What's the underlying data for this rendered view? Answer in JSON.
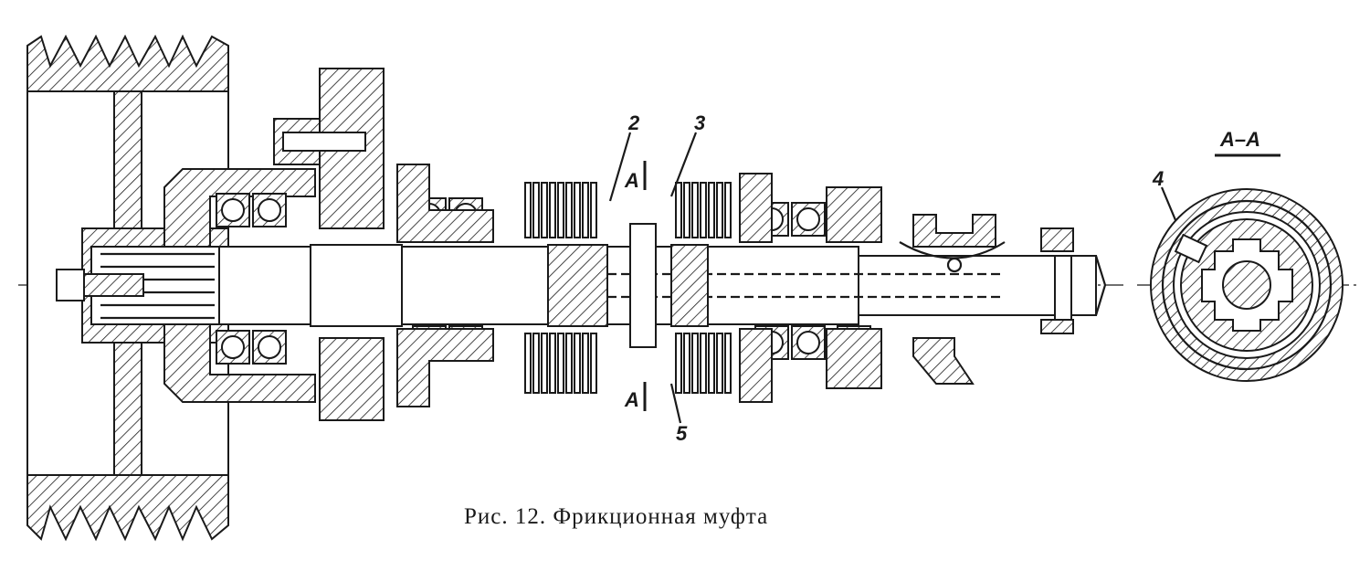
{
  "figure": {
    "caption": "Рис. 12. Фрикционная муфта",
    "section_title": "A–A",
    "labels": {
      "part_2": "2",
      "part_3": "3",
      "part_4": "4",
      "part_5": "5",
      "section_mark_top": "A",
      "section_mark_bottom": "A"
    }
  }
}
